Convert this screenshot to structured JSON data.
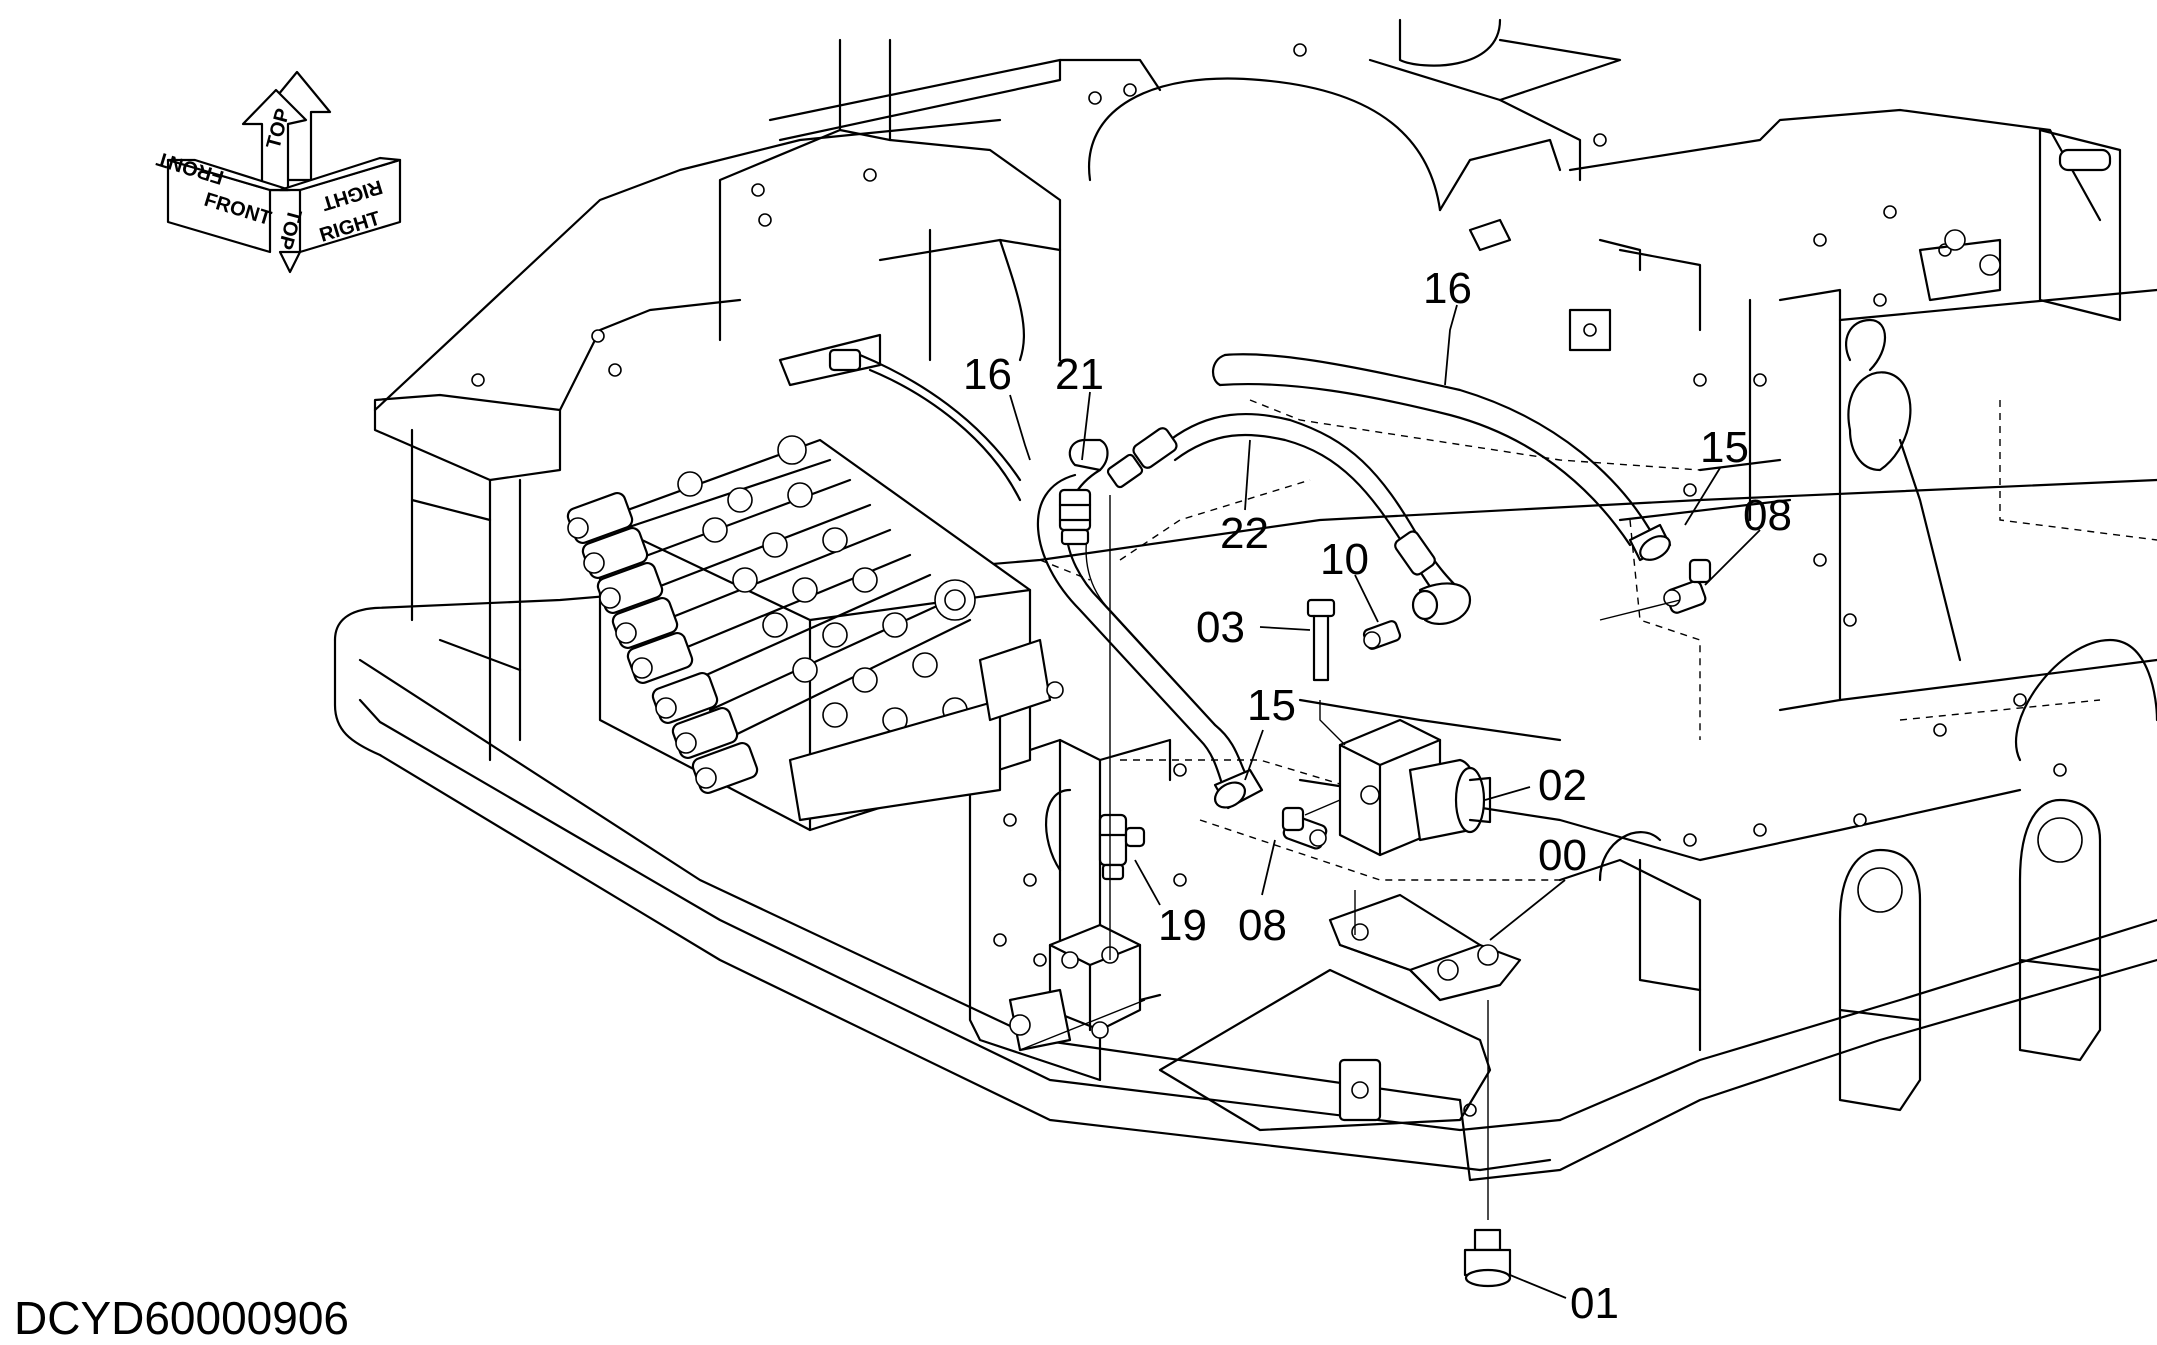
{
  "drawing_code": "DCYD60000906",
  "orientation": {
    "front": "FRONT",
    "top": "TOP",
    "right": "RIGHT"
  },
  "callouts": [
    {
      "id": "c16a",
      "label": "16"
    },
    {
      "id": "c21",
      "label": "21"
    },
    {
      "id": "c16b",
      "label": "16"
    },
    {
      "id": "c22",
      "label": "22"
    },
    {
      "id": "c15a",
      "label": "15"
    },
    {
      "id": "c08a",
      "label": "08"
    },
    {
      "id": "c10",
      "label": "10"
    },
    {
      "id": "c03",
      "label": "03"
    },
    {
      "id": "c15b",
      "label": "15"
    },
    {
      "id": "c02",
      "label": "02"
    },
    {
      "id": "c00",
      "label": "00"
    },
    {
      "id": "c19",
      "label": "19"
    },
    {
      "id": "c08b",
      "label": "08"
    },
    {
      "id": "c01",
      "label": "01"
    }
  ]
}
